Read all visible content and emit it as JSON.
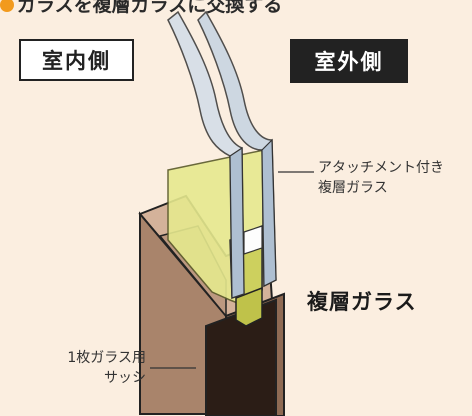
{
  "header": {
    "text": "ガラスを複層ガラスに交換する"
  },
  "labels": {
    "indoor": "室内側",
    "outdoor": "室外側"
  },
  "callouts": {
    "attachment_glass_line1": "アタッチメント付き",
    "attachment_glass_line2": "複層ガラス",
    "sash_line1": "1枚ガラス用",
    "sash_line2": "サッシ"
  },
  "main_label": "複層ガラス",
  "colors": {
    "background": "#fbeee0",
    "accent_bullet": "#f29a1d",
    "glass": "#c9d6e4",
    "attachment": "#d6dc6a",
    "frame": "#a9846b",
    "frame_dark": "#2b1d16"
  }
}
